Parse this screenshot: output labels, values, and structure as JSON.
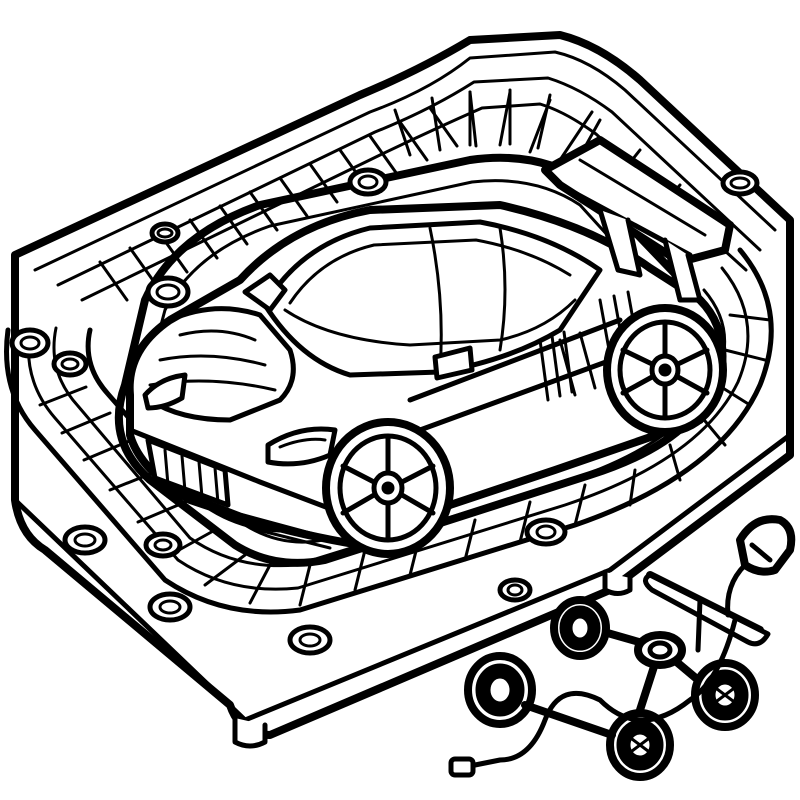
{
  "image": {
    "style": "black-and-white line-art coloring page",
    "colors": {
      "ink": "#000000",
      "paper": "#ffffff"
    },
    "subjects": [
      "race-track-board",
      "sports-race-car",
      "toy-axle-wheel-set",
      "controller-cable"
    ]
  }
}
